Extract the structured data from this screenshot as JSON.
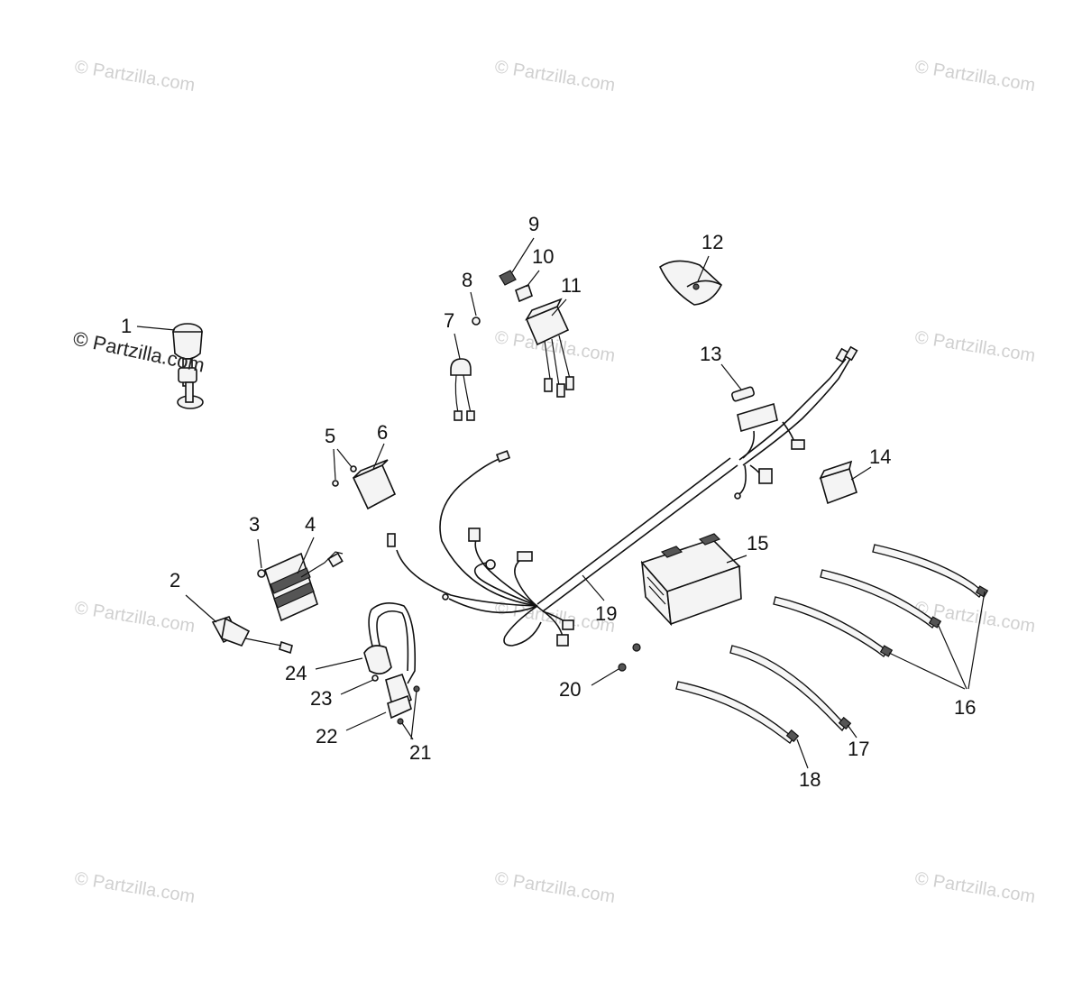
{
  "watermark": "© Partzilla.com",
  "callouts": [
    "1",
    "2",
    "3",
    "4",
    "5",
    "6",
    "7",
    "8",
    "9",
    "10",
    "11",
    "12",
    "13",
    "14",
    "15",
    "16",
    "17",
    "18",
    "19",
    "20",
    "21",
    "22",
    "23",
    "24"
  ]
}
